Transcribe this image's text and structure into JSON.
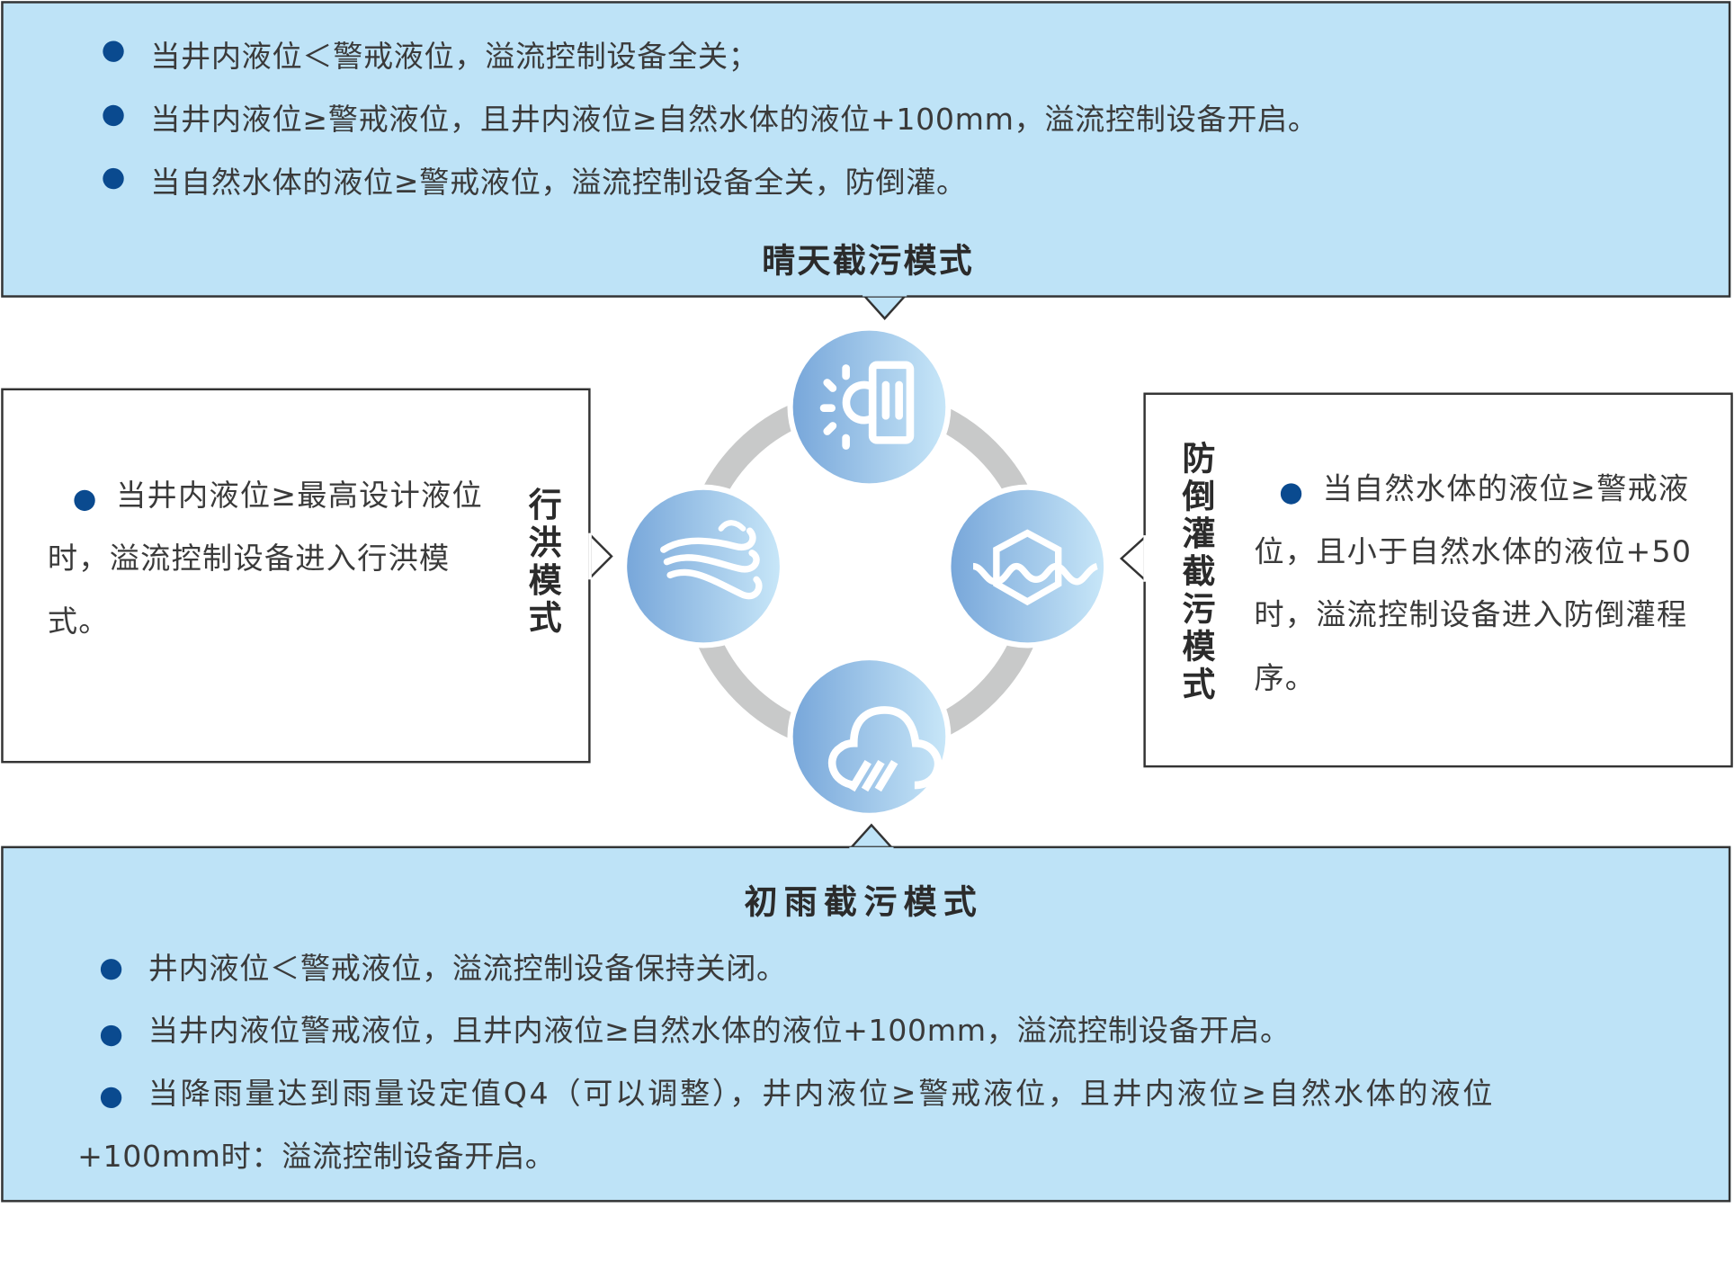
{
  "sunny_mode": {
    "title": "晴天截污模式",
    "bullets": [
      "当井内液位＜警戒液位，溢流控制设备全关；",
      "当井内液位≥警戒液位，且井内液位≥自然水体的液位+100mm，溢流控制设备开启。",
      "当自然水体的液位≥警戒液位，溢流控制设备全关，防倒灌。"
    ]
  },
  "flood_mode": {
    "title": "行洪模式",
    "text": "当井内液位≥最高设计液位时，溢流控制设备进入行洪模式。"
  },
  "backflow_mode": {
    "title": "防倒灌截污模式",
    "text": "当自然水体的液位≥警戒液位，且小于自然水体的液位+50时，溢流控制设备进入防倒灌程序。"
  },
  "initial_rain_mode": {
    "title": "初雨截污模式",
    "bullets": [
      "井内液位＜警戒液位，溢流控制设备保持关闭。",
      "当井内液位警戒液位，且井内液位≥自然水体的液位+100mm，溢流控制设备开启。",
      "当降雨量达到雨量设定值Q4（可以调整），井内液位≥警戒液位，且井内液位≥自然水体的液位"
    ],
    "continuation": "+100mm时：溢流控制设备开启。"
  },
  "colors": {
    "box_fill": "#bee3f7",
    "bullet": "#0a4a8f",
    "ring": "#c8c9c9",
    "circle_start": "#78a7da",
    "circle_end": "#c7e6f8"
  }
}
